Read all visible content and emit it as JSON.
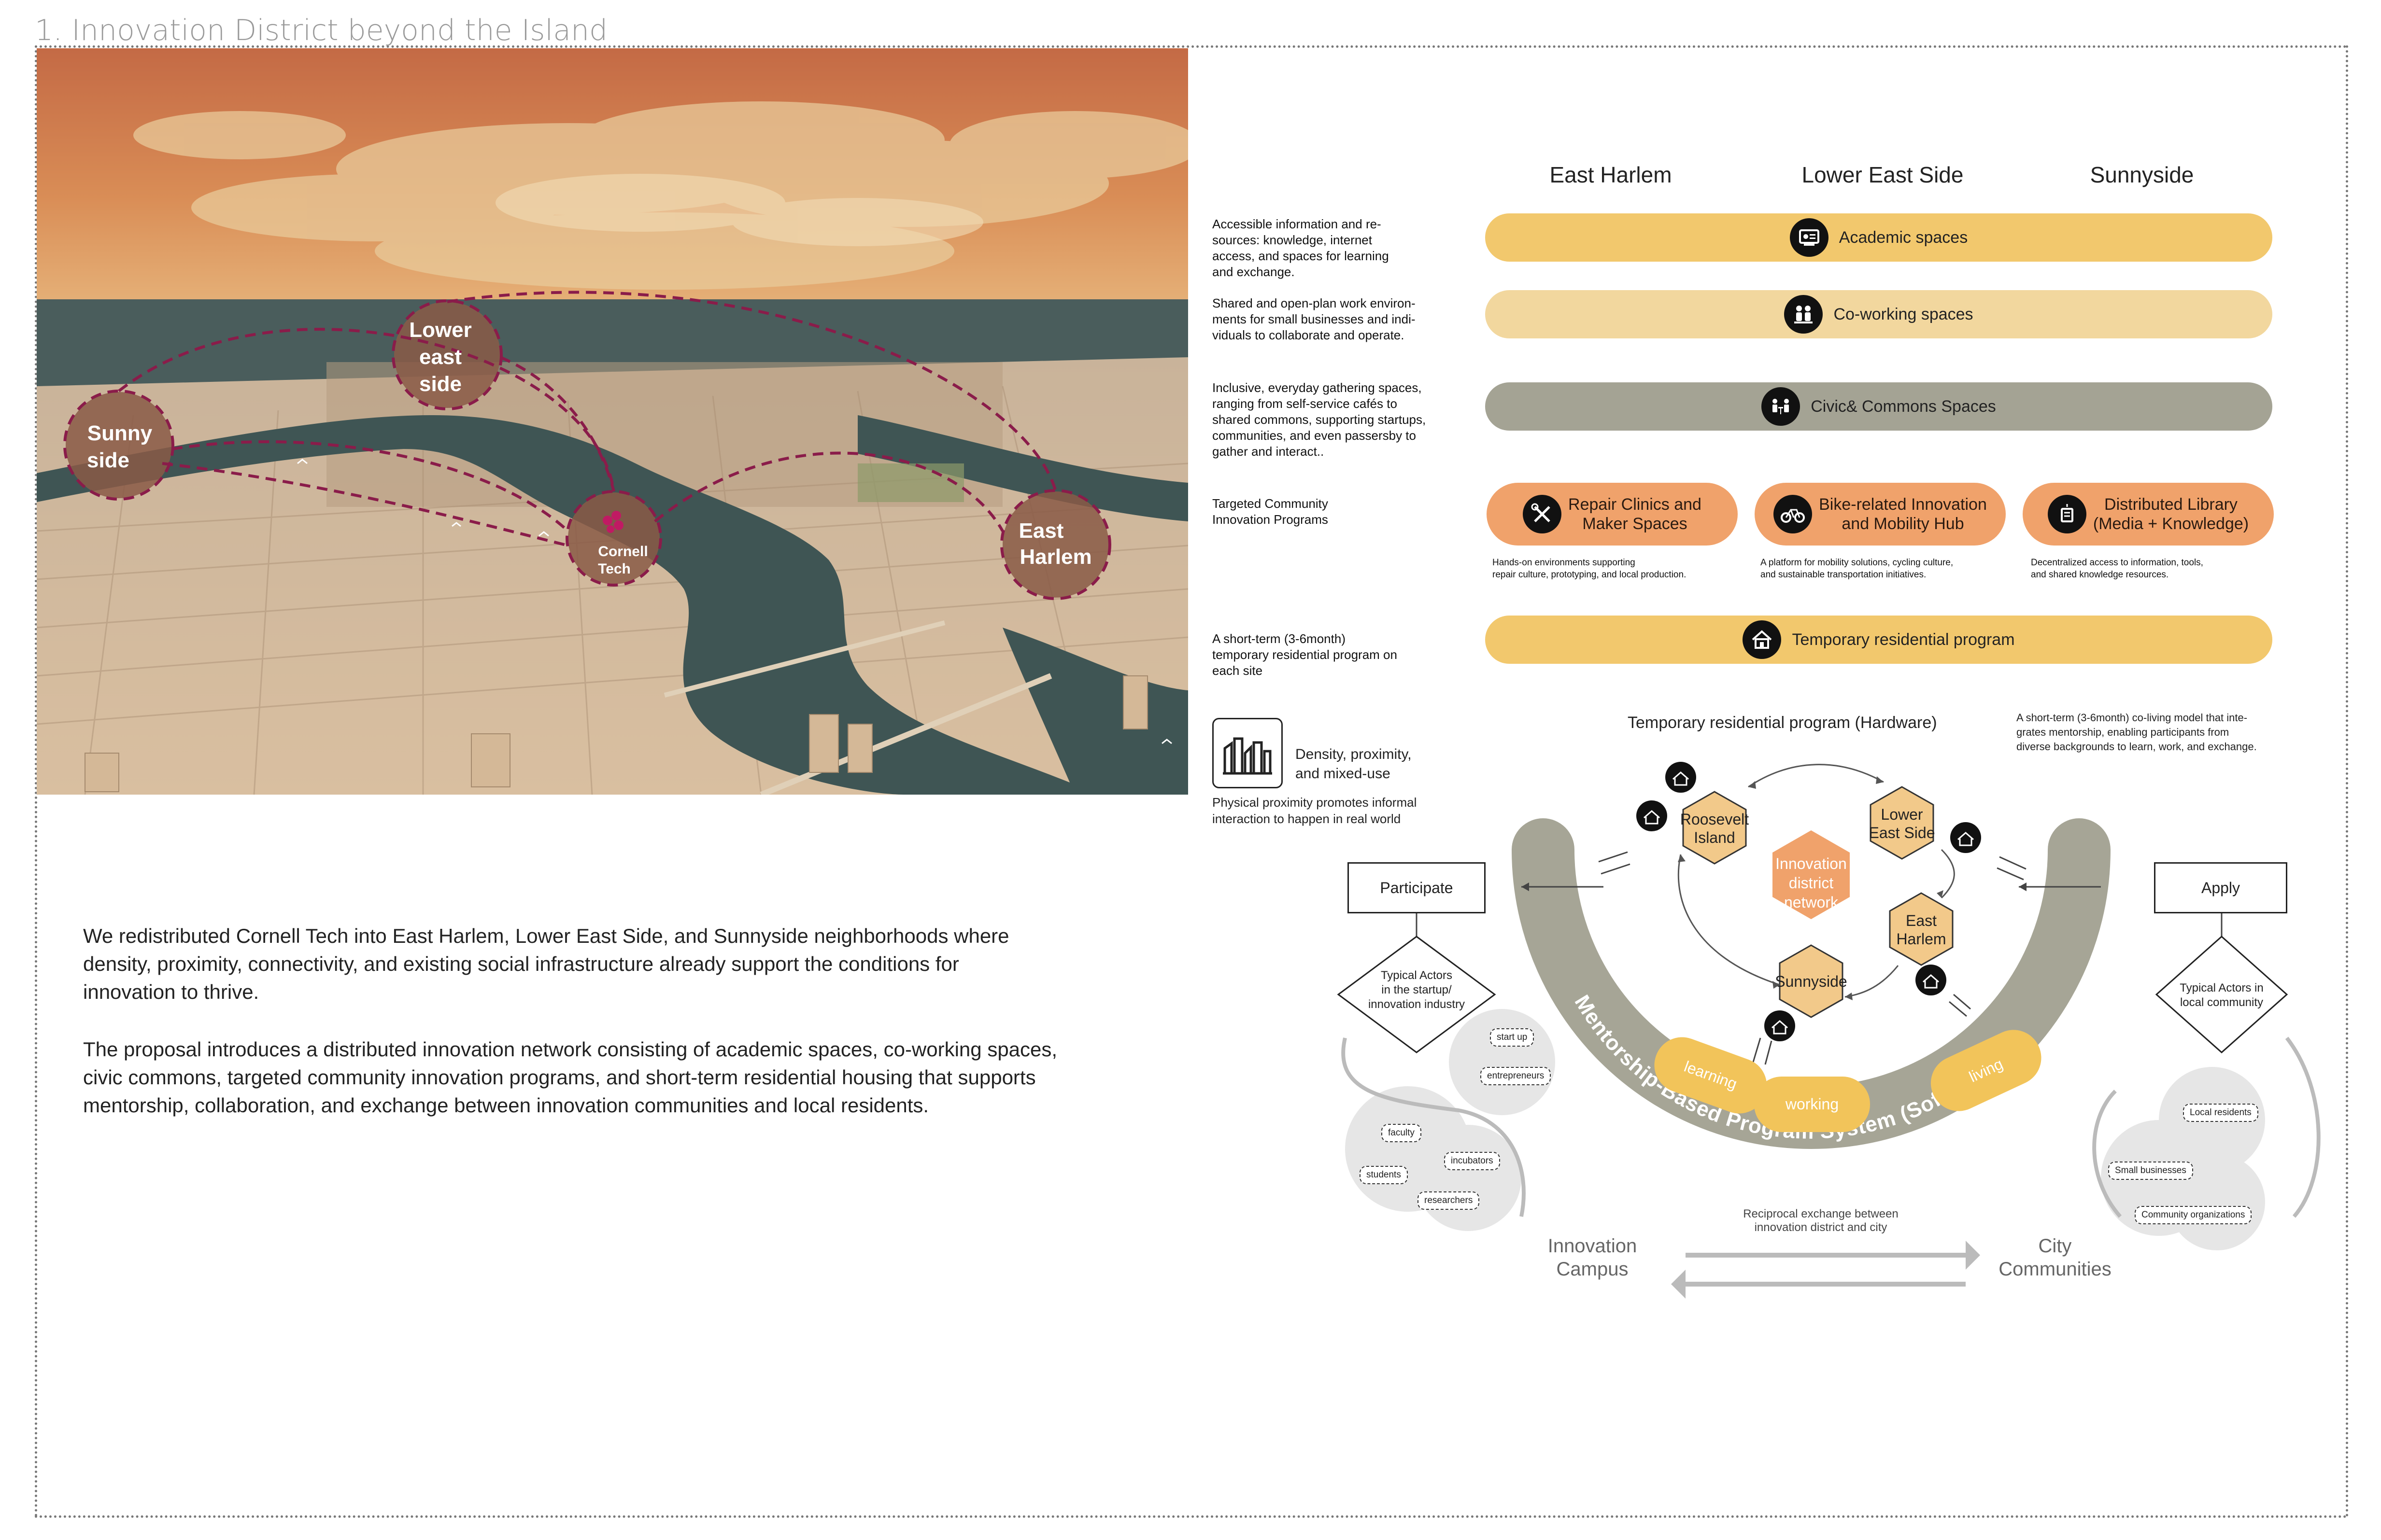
{
  "page_title": "1. Innovation District beyond the Island",
  "map": {
    "labels": {
      "lower_east_side": [
        "Lower",
        "east",
        "side"
      ],
      "sunny_side": [
        "Sunny",
        "side"
      ],
      "cornell_tech": [
        "Cornell",
        "Tech"
      ],
      "east_harlem": [
        "East",
        "Harlem"
      ]
    }
  },
  "columns": [
    "East Harlem",
    "Lower East Side",
    "Sunnyside"
  ],
  "rows": [
    {
      "desc": "Accessible information and re-\nsources: knowledge, internet\naccess, and spaces for learning\nand exchange.",
      "label": "Academic spaces",
      "color": "#f2c86d",
      "icon": "classroom-icon"
    },
    {
      "desc": "Shared and open-plan work environ-\nments for small businesses and indi-\nviduals to collaborate and operate.",
      "label": "Co-working spaces",
      "color": "#f2d79e",
      "icon": "coworking-icon"
    },
    {
      "desc": "Inclusive, everyday gathering spaces,\nranging from self-service cafés to\nshared commons, supporting startups,\ncommunities,  and even passersby to\ngather and interact..",
      "label": "Civic& Commons Spaces",
      "color": "#a4a394",
      "icon": "commons-icon"
    },
    {
      "desc": "A short-term (3-6month)\ntemporary residential program on\neach site",
      "label": "Temporary residential program",
      "color": "#f2c86d",
      "icon": "house-icon"
    }
  ],
  "targeted": {
    "desc": "Targeted Community\nInnovation Programs",
    "pills": [
      {
        "label": "Repair Clinics and\nMaker Spaces",
        "desc": "Hands-on environments supporting\nrepair culture, prototyping, and local production.",
        "icon": "tools-icon"
      },
      {
        "label": "Bike-related Innovation\nand Mobility Hub",
        "desc": "A platform for mobility solutions, cycling culture,\nand sustainable transportation initiatives.",
        "icon": "bike-icon"
      },
      {
        "label": "Distributed Library\n(Media + Knowledge)",
        "desc": "Decentralized access to information, tools,\nand shared knowledge resources.",
        "icon": "library-icon"
      }
    ]
  },
  "density": {
    "label": "Density, proximity,\nand mixed-use",
    "desc": "Physical proximity promotes informal\ninteraction to happen in real world",
    "icon": "buildings-icon"
  },
  "body_paragraphs": [
    "We redistributed Cornell Tech into East Harlem, Lower East Side, and Sunnyside  neighborhoods where\ndensity, proximity, connectivity, and existing social infrastructure already support the conditions for\n innovation to thrive.",
    "The proposal introduces a distributed innovation network consisting of academic spaces, co-working spaces,\n civic commons, targeted community innovation programs, and short-term residential housing that supports\nmentorship, collaboration, and exchange between innovation communities and local residents."
  ],
  "network": {
    "hardware_title": "Temporary residential program (Hardware)",
    "side_note": "A short-term (3-6month) co-living model that inte-\ngrates mentorship, enabling participants from\ndiverse backgrounds to learn, work, and exchange.",
    "center": [
      "Innovation",
      "district",
      "network"
    ],
    "hexes": {
      "roosevelt": [
        "Roosevelt",
        "Island"
      ],
      "lower_east": [
        "Lower",
        "East Side"
      ],
      "east_harlem": [
        "East",
        "Harlem"
      ],
      "sunnyside": [
        "Sunnyside"
      ]
    },
    "software_arc": "Mentorship-Based Program System (Software)",
    "software_pills": [
      "learning",
      "working",
      "living"
    ],
    "participate": "Participate",
    "apply": "Apply",
    "left_actor": [
      "Typical Actors",
      "in the startup/",
      "innovation industry"
    ],
    "right_actor": [
      "Typical Actors in",
      "local community"
    ],
    "left_tags": [
      "start up",
      "entrepreneurs",
      "faculty",
      "incubators",
      "students",
      "researchers"
    ],
    "right_tags": [
      "Local residents",
      "Small businesses",
      "Community organizations"
    ],
    "exchange": "Reciprocal exchange between\ninnovation district and city",
    "left_group": [
      "Innovation",
      "Campus"
    ],
    "right_group": [
      "City",
      "Communities"
    ]
  },
  "colors": {
    "academic": "#f2c86d",
    "coworking": "#f2d79e",
    "civic": "#a4a394",
    "targeted": "#f0a26b",
    "hex": "#f2c98a",
    "center_hex": "#f0a26b",
    "arc": "#a6a596",
    "map_marker": "#8a1c4a"
  }
}
